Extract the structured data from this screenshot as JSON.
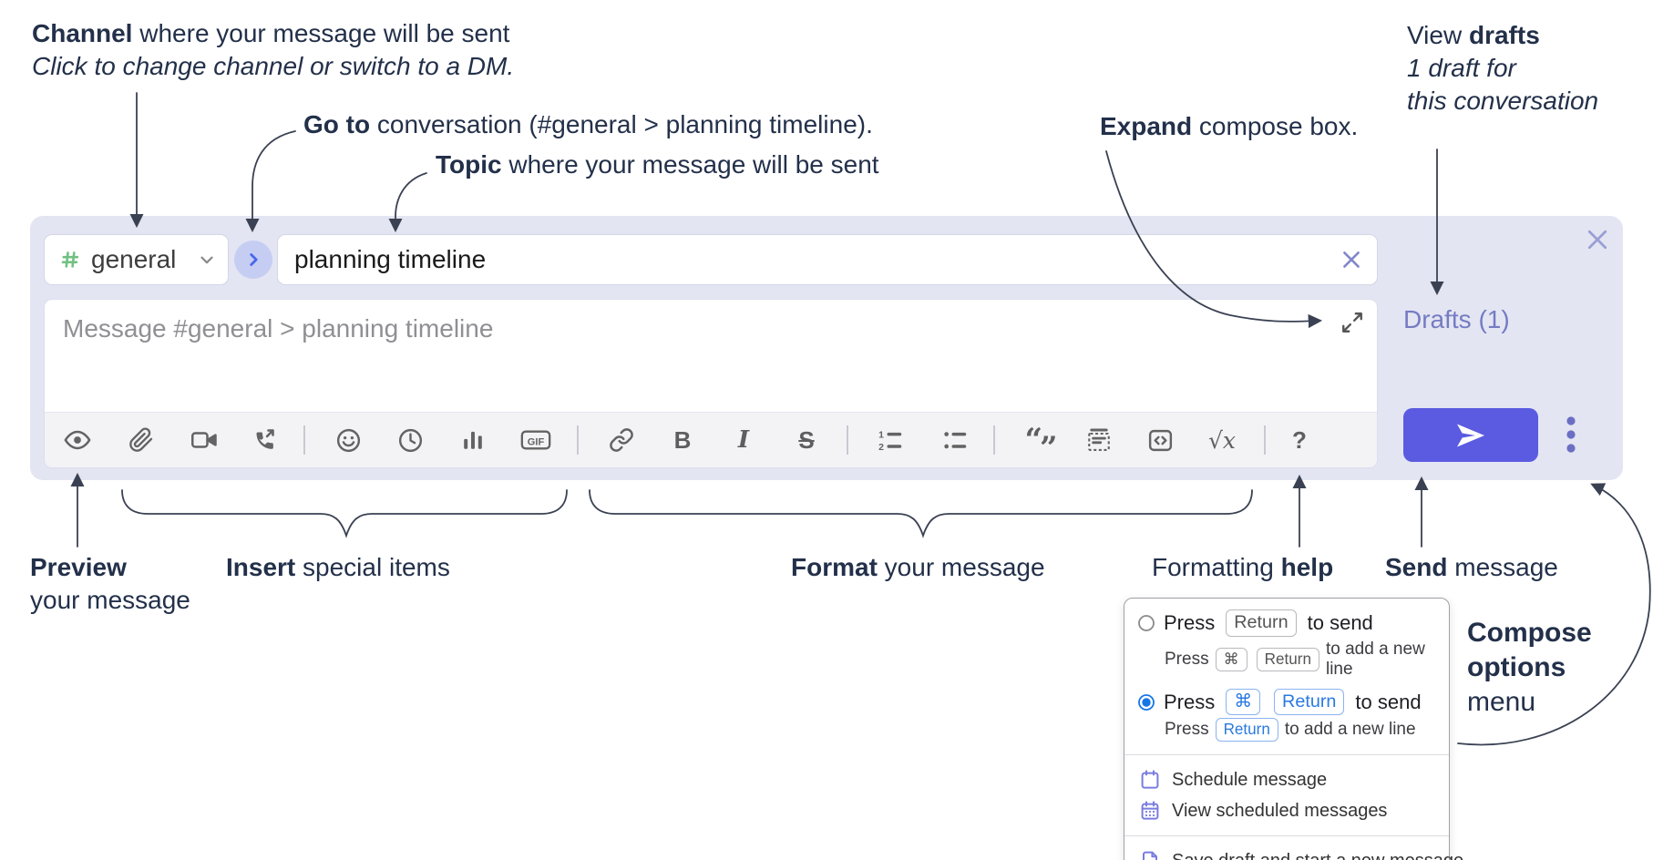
{
  "annotations": {
    "channel": {
      "bold": "Channel",
      "rest": " where your message will be sent",
      "line2": "Click to change channel or switch to a DM."
    },
    "goto": {
      "bold": "Go to",
      "rest": " conversation (#general > planning timeline)."
    },
    "topic": {
      "bold": "Topic",
      "rest": " where your message will be sent"
    },
    "expand": {
      "bold": "Expand",
      "rest": " compose box."
    },
    "view_drafts": {
      "pre": "View ",
      "bold": "drafts",
      "line2": "1 draft for",
      "line3": "this conversation"
    },
    "preview": {
      "bold": "Preview",
      "line2": "your message"
    },
    "insert": {
      "bold": "Insert",
      "rest": " special items"
    },
    "format": {
      "bold": "Format",
      "rest": " your message"
    },
    "formatting_help": {
      "pre": "Formatting ",
      "bold": "help"
    },
    "send": {
      "bold": "Send",
      "rest": " message"
    },
    "compose_options": {
      "line1": "Compose",
      "line2": "options",
      "line3": "menu"
    }
  },
  "compose": {
    "channel_name": "general",
    "topic_value": "planning timeline",
    "message_placeholder": "Message #general > planning timeline",
    "drafts_link": "Drafts (1)",
    "toolbar": {
      "gif": "GIF",
      "bold": "B",
      "italic": "I",
      "strike": "S",
      "quote_open": "“",
      "quote_close": "”",
      "math": "√x",
      "help": "?"
    }
  },
  "options_menu": {
    "row1": {
      "press": "Press",
      "kbd_return": "Return",
      "suffix": "to send"
    },
    "row1_sub": {
      "press": "Press",
      "kbd_cmd": "⌘",
      "kbd_return": "Return",
      "suffix": "to add a new line"
    },
    "row2": {
      "press": "Press",
      "kbd_cmd": "⌘",
      "kbd_return": "Return",
      "suffix": "to send"
    },
    "row2_sub": {
      "press": "Press",
      "kbd_return": "Return",
      "suffix": "to add a new line"
    },
    "items": [
      "Schedule message",
      "View scheduled messages",
      "Save draft and start a new message"
    ]
  },
  "icons": {
    "channel": "hash-icon",
    "goto_conversation": "chevron-right-icon",
    "preview": "eye-icon",
    "attach": "paperclip-icon",
    "video_call": "video-camera-icon",
    "voice_call": "phone-outgoing-icon",
    "emoji": "smiley-icon",
    "time": "clock-icon",
    "poll": "bar-chart-icon",
    "link": "link-icon",
    "numbered_list": "numbered-list-icon",
    "bulleted_list": "bulleted-list-icon",
    "spoiler": "spoiler-icon",
    "code": "code-icon",
    "send": "paper-plane-icon",
    "compose_options": "kebab-menu-icon",
    "schedule": "calendar-icon",
    "view_scheduled": "calendar-days-icon",
    "save_draft": "file-check-icon"
  },
  "colors": {
    "compose_background": "#e3e5f2",
    "send_button": "#5a5be0",
    "drafts_link": "#757bc3",
    "channel_green": "#72c083",
    "annotation_text": "#23304a",
    "radio_selected": "#1676e8",
    "menu_icon_purple": "#7a7ce0"
  }
}
